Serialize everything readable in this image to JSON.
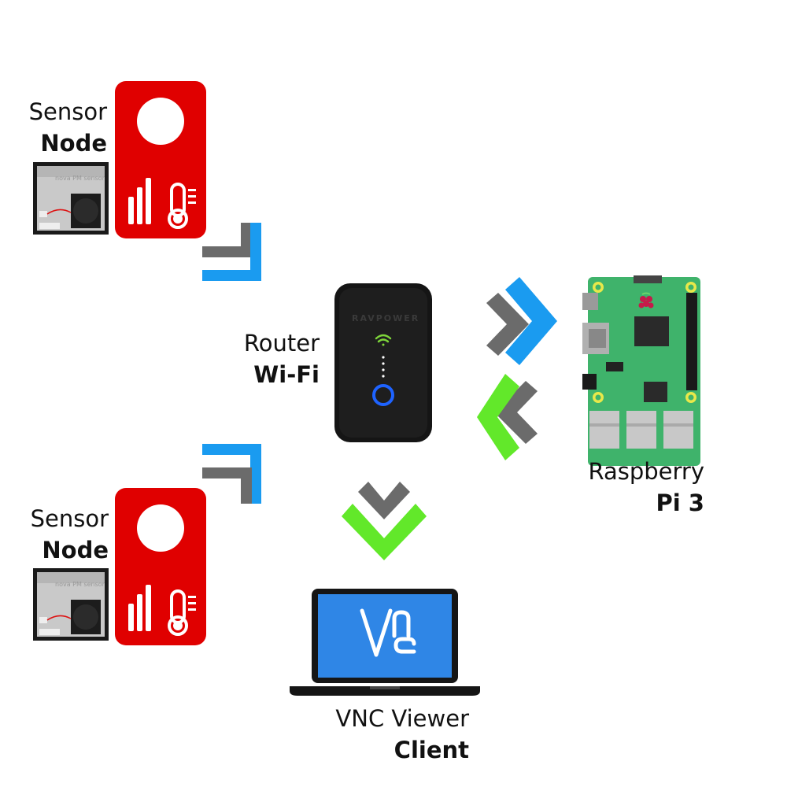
{
  "nodes": {
    "sensor_top": {
      "line1": "Sensor",
      "line2": "Node",
      "module_text": "nova PM sensor"
    },
    "sensor_bottom": {
      "line1": "Sensor",
      "line2": "Node",
      "module_text": "nova PM sensor"
    },
    "router": {
      "line1": "Router",
      "line2": "Wi-Fi",
      "brand": "RAVPOWER"
    },
    "raspberry": {
      "line1": "Raspberry",
      "line2": "Pi 3"
    },
    "vnc": {
      "line1": "VNC Viewer",
      "line2": "Client"
    }
  },
  "colors": {
    "sensor_red": "#e00000",
    "arrow_blue": "#1a9bf0",
    "arrow_gray": "#6b6b6b",
    "arrow_green": "#62e82a",
    "router_body": "#151515",
    "router_led_blue": "#1e63ff",
    "router_wifi_green": "#7ed63a",
    "pi_board": "#3fb36b",
    "vnc_screen": "#2f86e6"
  },
  "icons": [
    "sensor-node-icon",
    "pm-sensor-module-icon",
    "bar-chart-icon",
    "thermometer-icon",
    "router-icon",
    "wifi-icon",
    "raspberry-pi-board-icon",
    "raspberry-logo-icon",
    "laptop-icon",
    "vnc-logo-icon",
    "chevron-arrow-icon"
  ]
}
